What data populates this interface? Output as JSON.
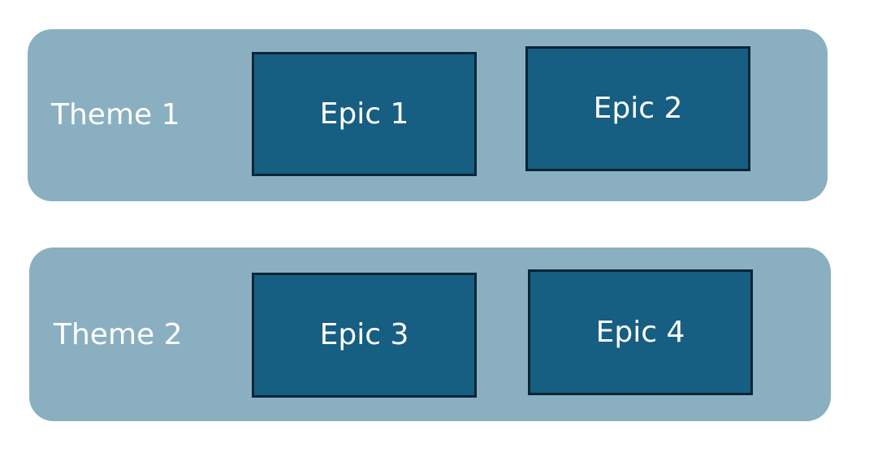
{
  "colors": {
    "theme_background": "#8aafc1",
    "epic_fill": "#165e82",
    "epic_border": "#0a2536",
    "text": "#ffffff"
  },
  "themes": [
    {
      "label": "Theme 1",
      "epics": [
        {
          "label": "Epic 1"
        },
        {
          "label": "Epic 2"
        }
      ]
    },
    {
      "label": "Theme 2",
      "epics": [
        {
          "label": "Epic 3"
        },
        {
          "label": "Epic 4"
        }
      ]
    }
  ]
}
